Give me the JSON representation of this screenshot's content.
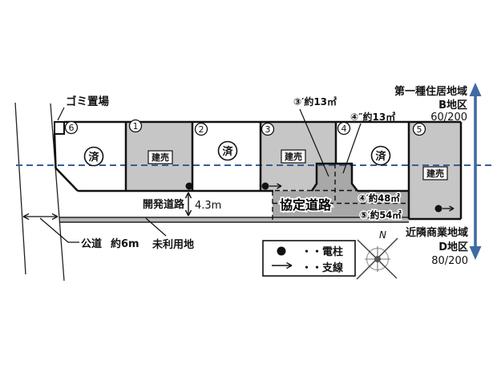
{
  "lots": {
    "lot6": {
      "number": "6",
      "status": "済"
    },
    "lot1": {
      "number": "1",
      "status": "建売"
    },
    "lot2": {
      "number": "2",
      "status": "済"
    },
    "lot3": {
      "number": "3",
      "status": "建売"
    },
    "lot4": {
      "number": "4",
      "status": "済"
    },
    "lot5": {
      "number": "5",
      "status": "建売"
    }
  },
  "annotations": {
    "garbage_area": "ゴミ置場",
    "lot3_annex": "③′約13㎡",
    "lot4_annex": "④″約13㎡",
    "lot4_road_share": "④′約48㎡",
    "lot5_road_share": "⑤′約54㎡",
    "development_road": "開発道路",
    "development_road_width": "4.3m",
    "agreement_road": "協定道路",
    "public_road": "公道",
    "public_road_width": "約6m",
    "unused_land": "未利用地"
  },
  "zoning": {
    "north": {
      "name": "第一種住居地域",
      "district": "B地区",
      "ratio": "60/200"
    },
    "south": {
      "name": "近隣商業地域",
      "district": "D地区",
      "ratio": "80/200"
    }
  },
  "legend": {
    "pole": "・・電柱",
    "guy_wire": "・・支線"
  },
  "compass": {
    "north": "N"
  },
  "colors": {
    "lot_fill": "#c6c6c6",
    "road_fill": "#a8a8a8",
    "strip_fill": "#b8b8b8",
    "zone_line": "#3a5d93",
    "zone_arrow": "#3f6ba3"
  }
}
